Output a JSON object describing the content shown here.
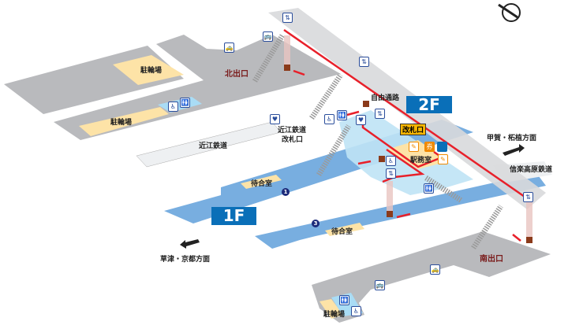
{
  "floors": {
    "upper": "2F",
    "lower": "1F"
  },
  "labels": {
    "bike_parking_1": "駐輪場",
    "bike_parking_2": "駐輪場",
    "bike_parking_3": "駐輪場",
    "north_exit": "北出口",
    "south_exit": "南出口",
    "ohmi_railway": "近江鉄道",
    "ohmi_gate_1": "近江鉄道",
    "ohmi_gate_2": "改札口",
    "free_passage": "自由通路",
    "ticket_gate": "改札口",
    "station_office": "駅務室",
    "to_koka": "甲賀・柘植方面",
    "shigaraki_railway": "信楽高原鉄道",
    "waiting_room_1": "待合室",
    "waiting_room_2": "待合室",
    "to_kusatsu": "草津・京都方面",
    "platform_1": "1",
    "platform_3": "3",
    "ticket_icon_text": "券"
  },
  "icons": [
    "taxi-icon",
    "bus-icon",
    "elevator-icon",
    "toilet-icon",
    "wheelchair-icon",
    "aed-icon",
    "ticket-machine-icon",
    "compass-icon",
    "direction-arrow-icon"
  ],
  "colors": {
    "route": "#e8202a",
    "platform": "#78aee0",
    "concourse": "#bfe3f5",
    "ground": "#b9babd",
    "parking": "#fde3a7",
    "floor_badge": "#0a6fb8"
  }
}
